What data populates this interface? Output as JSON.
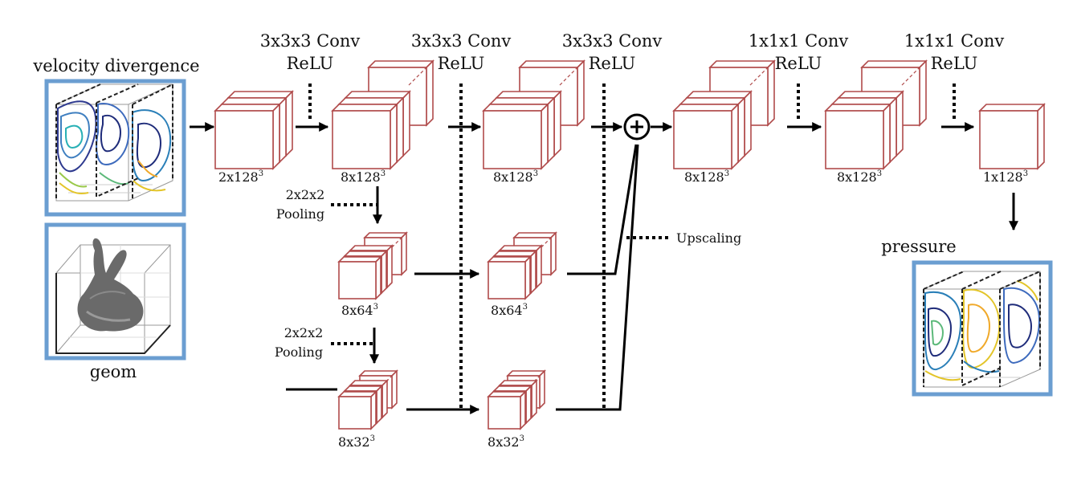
{
  "inputs": {
    "velocity_title": "velocity divergence",
    "geom_title": "geom"
  },
  "output": {
    "title": "pressure"
  },
  "conv_labels": [
    {
      "op": "3x3x3 Conv",
      "act": "ReLU"
    },
    {
      "op": "3x3x3 Conv",
      "act": "ReLU"
    },
    {
      "op": "3x3x3 Conv",
      "act": "ReLU"
    },
    {
      "op": "1x1x1 Conv",
      "act": "ReLU"
    },
    {
      "op": "1x1x1 Conv",
      "act": "ReLU"
    }
  ],
  "pooling": [
    {
      "line1": "2x2x2",
      "line2": "Pooling"
    },
    {
      "line1": "2x2x2",
      "line2": "Pooling"
    }
  ],
  "upscaling_label": "Upscaling",
  "sizes": {
    "s1": "2x128",
    "s2": "8x128",
    "s3": "8x128",
    "s4": "8x128",
    "s5": "8x128",
    "s6": "1x128",
    "m1": "8x64",
    "m2": "8x64",
    "l1": "8x32",
    "l2": "8x32",
    "exponent": "3"
  },
  "colors": {
    "cube_edge": "#b04b4b",
    "panel_border": "#6b9ed1",
    "arrow": "#000000"
  },
  "icons": {
    "sum": "circle-plus-icon"
  }
}
